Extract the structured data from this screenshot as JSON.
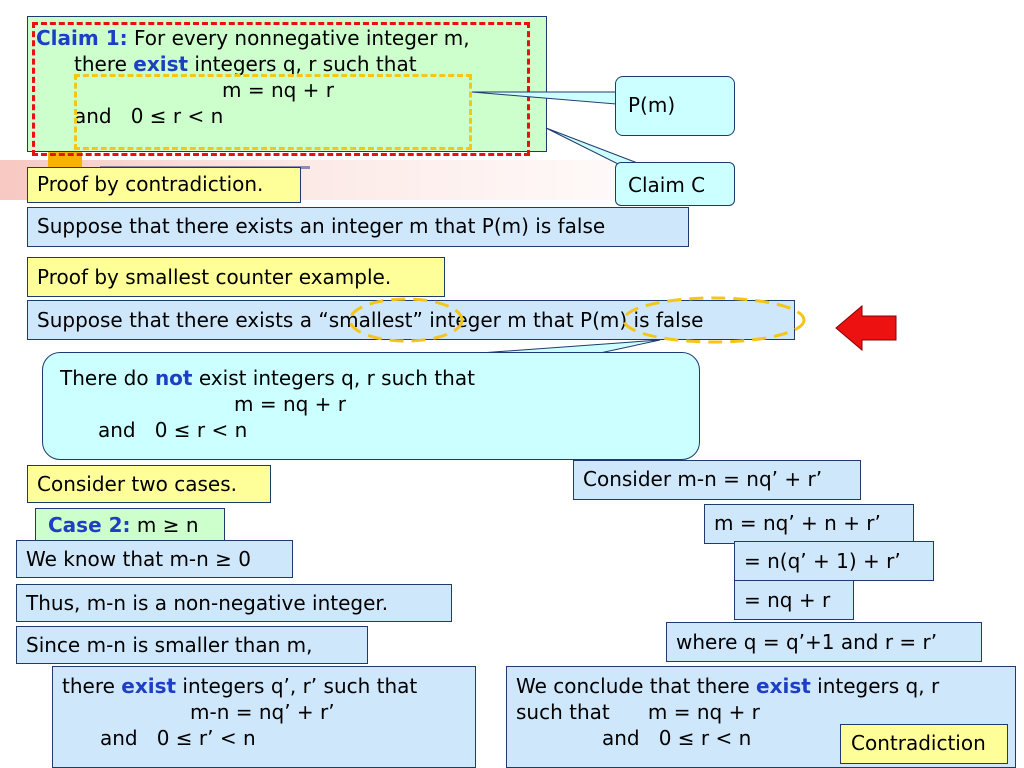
{
  "claim": {
    "label": "Claim 1:",
    "line1_rest": " For every nonnegative integer m,",
    "line2_pre": "there ",
    "line2_kw": "exist",
    "line2_post": " integers q, r such that",
    "line3": "m = nq + r",
    "line4": "and   0 ≤ r < n"
  },
  "callouts": {
    "pm": "P(m)",
    "claim_c": "Claim C"
  },
  "proof_contradiction": "Proof by contradiction.",
  "suppose_exists": "Suppose that there exists an integer m that P(m) is false",
  "proof_smallest": "Proof by smallest counter example.",
  "suppose_smallest": {
    "pre": "Suppose that there exists a ",
    "quoted": "“smallest”",
    "mid": " integer m that ",
    "tail": "P(m) is false"
  },
  "not_exist": {
    "pre": "There do ",
    "kw": "not",
    "post": " exist integers q, r such that",
    "line2": "m = nq + r",
    "line3": "and   0 ≤ r < n"
  },
  "consider_two": "Consider two cases.",
  "case2": {
    "label": "Case 2:",
    "text": " m ≥ n"
  },
  "left_steps": [
    "We know that m-n ≥ 0",
    "Thus, m-n is a non-negative integer.",
    "Since m-n is smaller than m,"
  ],
  "there_exist": {
    "pre": "there ",
    "kw": "exist",
    "post": " integers q’, r’ such that",
    "line2": "m-n = nq’ + r’",
    "line3": "and   0 ≤ r’ < n"
  },
  "right_steps": [
    "Consider m-n = nq’ + r’",
    "m = nq’ + n + r’",
    "= n(q’ + 1) + r’",
    "= nq + r",
    "where q = q’+1 and r = r’"
  ],
  "conclude": {
    "pre": "We conclude that there ",
    "kw": "exist",
    "post": " integers q, r",
    "line2": "such that      m = nq + r",
    "line3": "and   0 ≤ r < n"
  },
  "contradiction": "Contradiction",
  "colors": {
    "keyword": "#1d3fc4",
    "box_blue": "#cfe7fb",
    "box_yellow": "#ffff99",
    "box_green": "#ccffcc",
    "callout_cyan": "#ccffff",
    "dash_red": "#e81010",
    "dash_yellow": "#f5c518",
    "arrow_red": "#ee1111"
  }
}
